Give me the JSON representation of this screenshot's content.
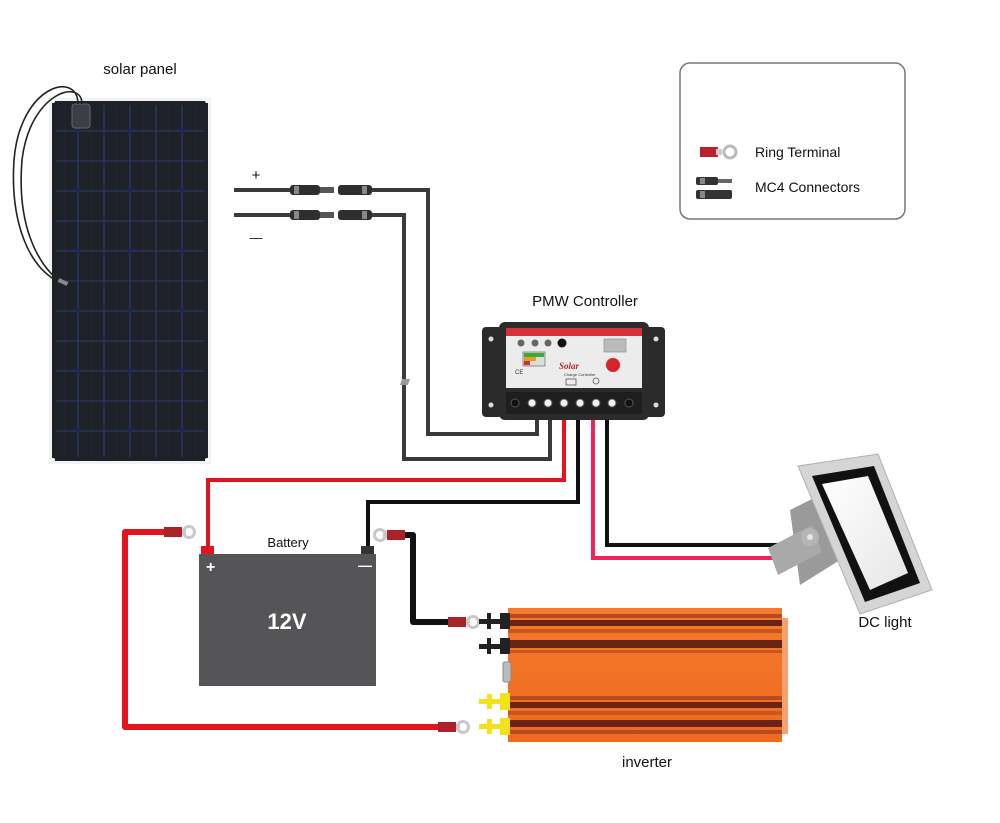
{
  "labels": {
    "solar_panel": "solar panel",
    "pv_plus": "+",
    "pv_minus": "—",
    "controller": "PMW Controller",
    "controller_brand": "Solar",
    "controller_subtitle": "Charge Controller",
    "battery": "Battery",
    "battery_voltage": "12V",
    "battery_plus": "+",
    "battery_minus": "—",
    "dc_light": "DC light",
    "inverter": "inverter"
  },
  "legend": {
    "items": [
      {
        "icon": "ring-terminal-icon",
        "label": "Ring Terminal"
      },
      {
        "icon": "mc4-connector-icon",
        "label": "MC4 Connectors"
      }
    ]
  },
  "colors": {
    "wire_red": "#e3141c",
    "wire_pink": "#f0245a",
    "wire_black": "#111111",
    "wire_gray": "#3a3a3a",
    "panel": "#1e2128",
    "panel_grid": "#2c3a6e",
    "battery": "#555557",
    "inverter": "#f26b22",
    "inverter_stripe": "#6a2414",
    "controller_body": "#2b2b2b",
    "controller_band": "#d6313b",
    "light_body": "#bdbdbd"
  }
}
